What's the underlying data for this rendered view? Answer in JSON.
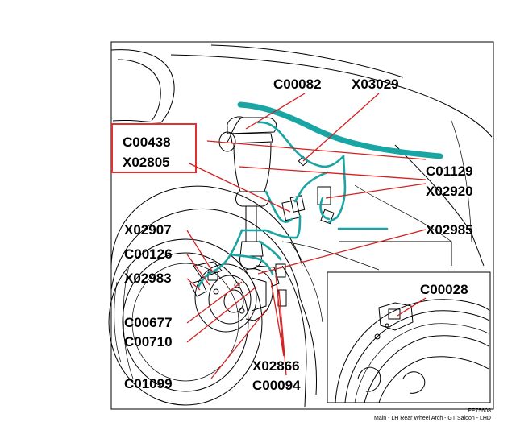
{
  "labels": {
    "c00082": "C00082",
    "x03029": "X03029",
    "c00438": "C00438",
    "x02805": "X02805",
    "c01129": "C01129",
    "x02920": "X02920",
    "x02907": "X02907",
    "x02985": "X02985",
    "c00126": "C00126",
    "x02983": "X02983",
    "c00028": "C00028",
    "c00677": "C00677",
    "c00710": "C00710",
    "x02866": "X02866",
    "c01099": "C01099",
    "c00094": "C00094"
  },
  "reference_code": "EE75608",
  "caption": "Main - LH Rear Wheel Arch - GT Saloon - LHD",
  "colors": {
    "harness": "#1aa5a5",
    "highlight_box": "#e03030",
    "leader_lines": "#d42020",
    "line_art": "#000000"
  }
}
